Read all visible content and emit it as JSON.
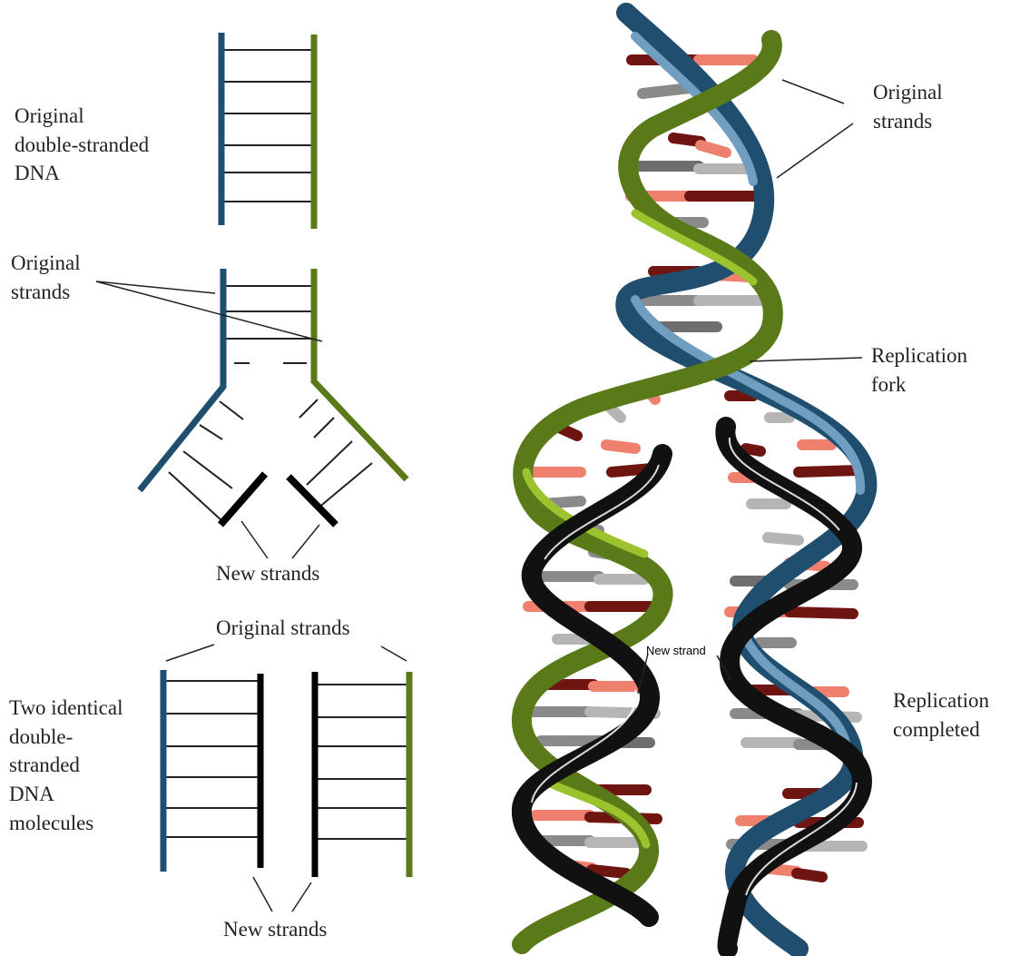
{
  "labels": {
    "original_dna": [
      "Original",
      "double-stranded",
      "DNA"
    ],
    "original_strands_left": [
      "Original",
      "strands"
    ],
    "new_strands_middle": "New strands",
    "original_strands_bottom": "Original strands",
    "two_identical": [
      "Two identical",
      "double-",
      "stranded",
      "DNA",
      "molecules"
    ],
    "new_strands_bottom": "New strands",
    "original_strands_right": [
      "Original",
      "strands"
    ],
    "replication_fork": [
      "Replication",
      "fork"
    ],
    "new_strand_small": "New strand",
    "replication_completed": [
      "Replication",
      "completed"
    ]
  },
  "colors": {
    "original_strand_a": "#1f4e6e",
    "original_strand_b": "#5a7a1a",
    "new_strand": "#000000",
    "rung": "#222222",
    "helix_blue": "#1f4e6e",
    "helix_blue_light": "#6f9ec0",
    "helix_green": "#5a7a1a",
    "helix_green_light": "#9cc22e",
    "base_dark_red": "#6e1512",
    "base_salmon": "#f0806e",
    "base_gray": "#8a8a8a",
    "base_light_gray": "#b5b5b5"
  }
}
